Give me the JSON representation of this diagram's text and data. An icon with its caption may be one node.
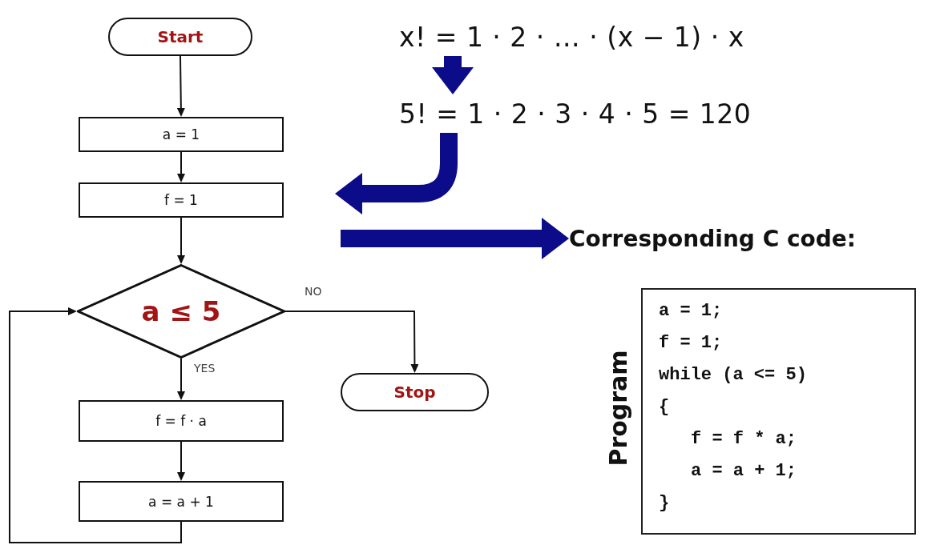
{
  "diagram": {
    "nodes": [
      {
        "text": [
          "Start"
        ]
      },
      {
        "text": [
          "a = 1"
        ]
      },
      {
        "text": [
          "f = 1"
        ]
      },
      {
        "text": [
          "a ≤ 5"
        ]
      },
      {
        "text": [
          "Stop"
        ]
      },
      {
        "text": [
          "f = f · a"
        ]
      },
      {
        "text": [
          "a = a + 1"
        ]
      },
      {
        "text": [
          "x! = 1 · 2 · … · (x − 1) · x"
        ]
      },
      {
        "text": [
          "5! = 1 · 2 · 3 · 4 · 5 = 120"
        ]
      },
      {
        "text": [
          "Corresponding C code:"
        ]
      },
      {
        "text": [
          "Program",
          "a = 1;",
          "f = 1;",
          "while (a <= 5)",
          "{",
          "f = f * a;",
          "a = a + 1;",
          "}"
        ]
      }
    ],
    "edges": [
      {
        "from": 0,
        "to": 1,
        "arrow": "to"
      },
      {
        "from": 1,
        "to": 2,
        "arrow": "to"
      },
      {
        "from": 2,
        "to": 3,
        "arrow": "to"
      },
      {
        "from": 3,
        "to": 4,
        "arrow": "to",
        "label": "NO"
      },
      {
        "from": 3,
        "to": 5,
        "arrow": "to",
        "label": "YES"
      },
      {
        "from": 5,
        "to": 6,
        "arrow": "to"
      },
      {
        "from": 6,
        "to": 3,
        "arrow": "to"
      },
      {
        "from": 7,
        "to": 8,
        "arrow": "to",
        "style": "thick",
        "color": "#0c0c8a"
      },
      {
        "from": 8,
        "to": null,
        "arrow": "to",
        "style": "thick",
        "color": "#0c0c8a"
      },
      {
        "from": null,
        "to": 9,
        "arrow": "to",
        "style": "thick",
        "color": "#0c0c8a"
      }
    ]
  }
}
